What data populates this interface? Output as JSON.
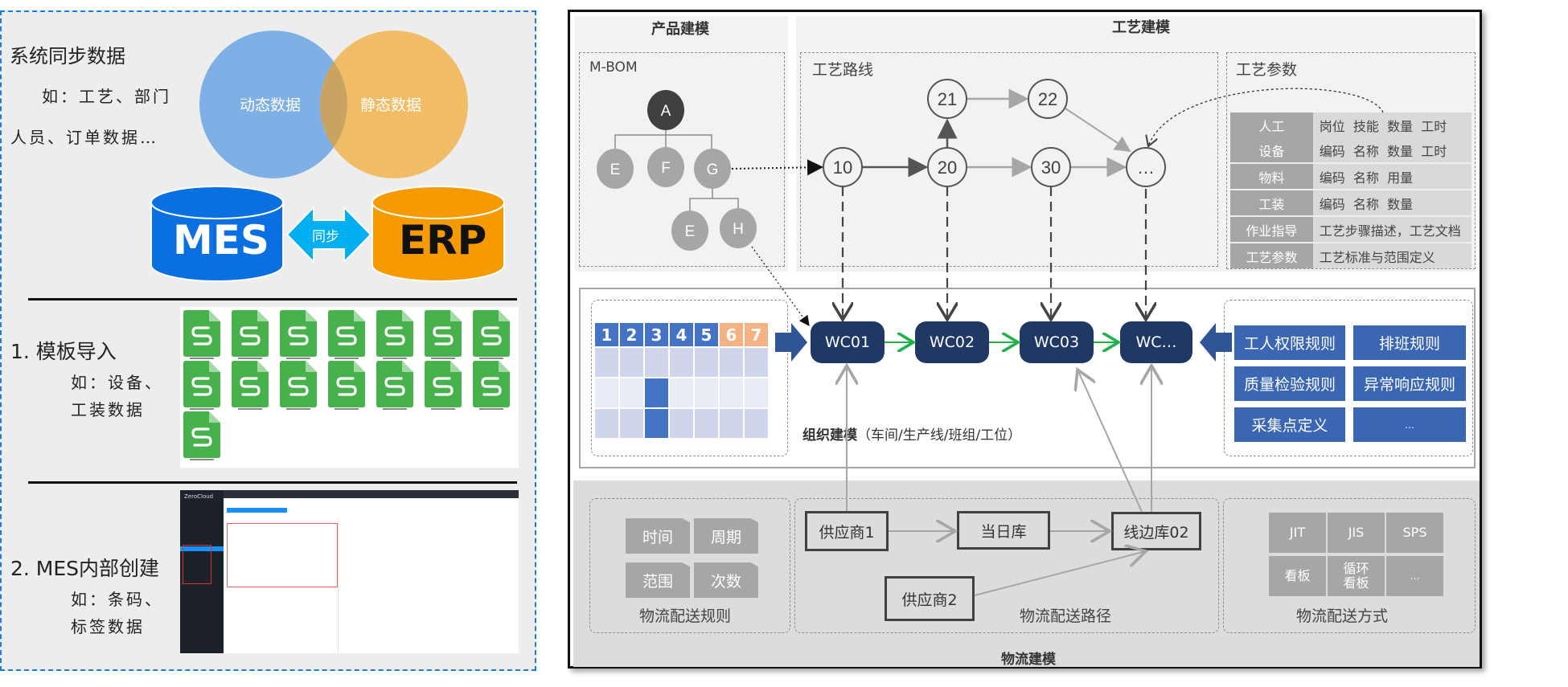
{
  "left": {
    "title": "系统同步数据",
    "example1": "如：工艺、部门",
    "example2": "人员、订单数据…",
    "venn": {
      "left": "动态数据",
      "right": "静态数据",
      "left_color": "#7eb0e6",
      "right_color": "#f0b95a"
    },
    "db_left": "MES",
    "db_right": "ERP",
    "sync_label": "同步",
    "db_left_color": "#0a6fe0",
    "db_right_color": "#f59a00",
    "item1": {
      "title": "1.  模板导入",
      "ex1": "如：设备、",
      "ex2": "工装数据",
      "file_count": 15
    },
    "item2": {
      "title": "2.  MES内部创建",
      "ex1": "如：条码、",
      "ex2": "标签数据",
      "app_brand": "ZeroCloud"
    }
  },
  "main": {
    "product_modeling": {
      "title": "产品建模",
      "mbom_label": "M-BOM",
      "nodes": [
        "A",
        "E",
        "F",
        "G",
        "E",
        "H"
      ]
    },
    "process_modeling": {
      "title": "工艺建模",
      "route_label": "工艺路线",
      "route_nodes": [
        "10",
        "20",
        "21",
        "22",
        "30",
        "…"
      ],
      "params_label": "工艺参数",
      "params": [
        {
          "key": "人工",
          "value": "岗位  技能  数量  工时"
        },
        {
          "key": "设备",
          "value": "编码  名称  数量  工时"
        },
        {
          "key": "物料",
          "value": "编码  名称  用量"
        },
        {
          "key": "工装",
          "value": "编码  名称  数量"
        },
        {
          "key": "作业指导",
          "value": "工艺步骤描述，工艺文档"
        },
        {
          "key": "工艺参数",
          "value": "工艺标准与范围定义"
        }
      ]
    },
    "org_modeling": {
      "title": "组织建模",
      "subtitle": "（车间/生产线/班组/工位）",
      "calendar_days": [
        "1",
        "2",
        "3",
        "4",
        "5",
        "6",
        "7"
      ],
      "work_centers": [
        "WC01",
        "WC02",
        "WC03",
        "WC…"
      ],
      "rules": [
        "工人权限规则",
        "排班规则",
        "质量检验规则",
        "异常响应规则",
        "采集点定义",
        "…"
      ]
    },
    "logistics_modeling": {
      "title": "物流建模",
      "rules_label": "物流配送规则",
      "rule_tags": [
        "时间",
        "周期",
        "范围",
        "次数"
      ],
      "route_label": "物流配送路径",
      "route_nodes": [
        "供应商1",
        "当日库",
        "线边库02",
        "供应商2"
      ],
      "way_label": "物流配送方式",
      "ways": [
        "JIT",
        "JIS",
        "SPS",
        "看板",
        "循环\n看板",
        "…"
      ]
    }
  }
}
